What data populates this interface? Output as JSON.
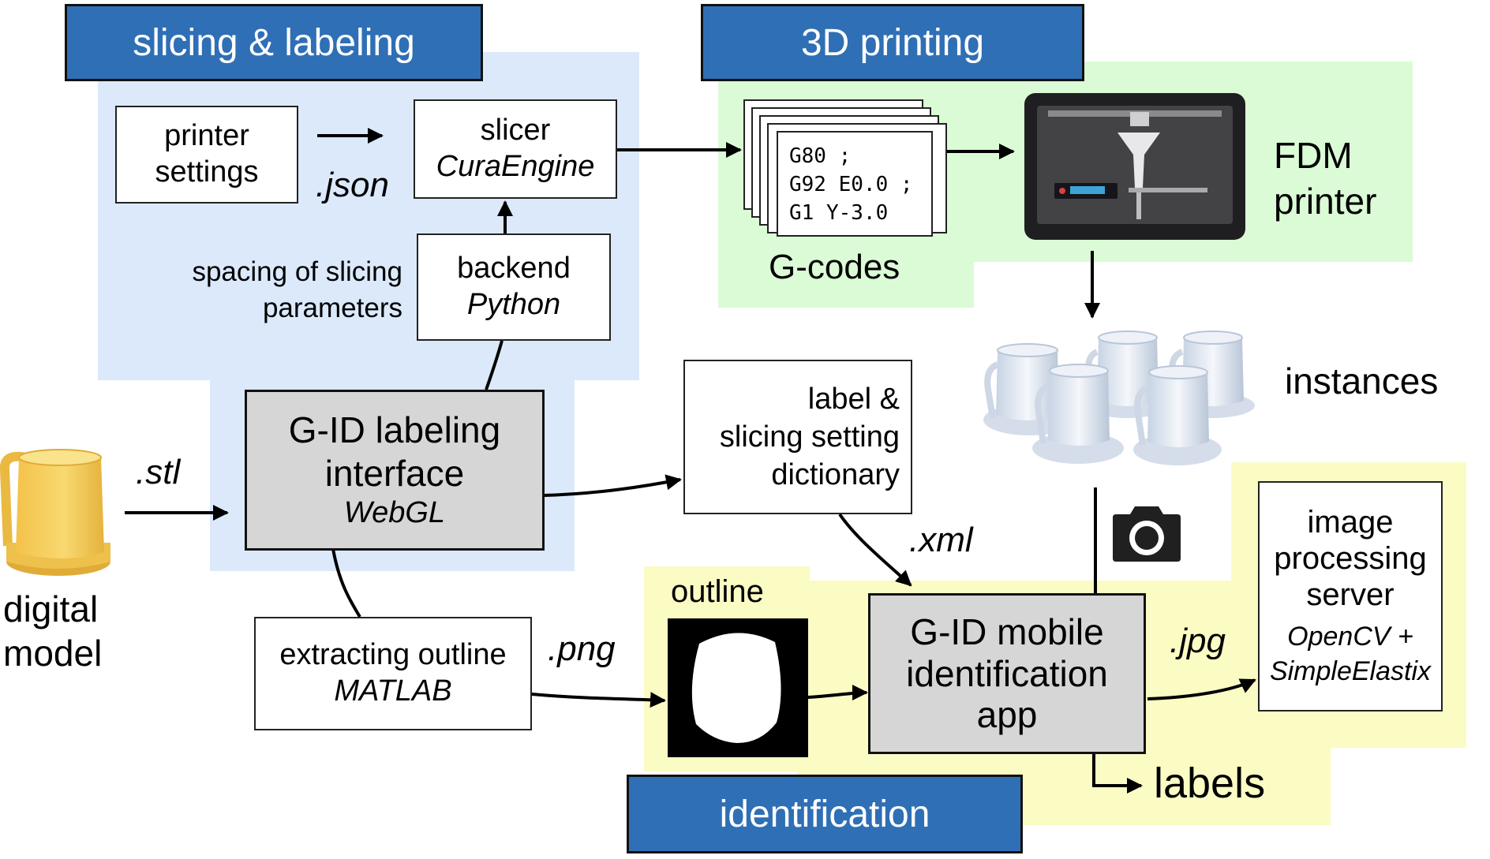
{
  "sections": {
    "slicing": "slicing & labeling",
    "printing": "3D printing",
    "identification": "identification"
  },
  "nodes": {
    "printer_settings": [
      "printer",
      "settings"
    ],
    "slicer": {
      "title": "slicer",
      "sub": "CuraEngine"
    },
    "backend": {
      "title": "backend",
      "sub": "Python"
    },
    "gid_interface": {
      "title": [
        "G-ID labeling",
        "interface"
      ],
      "sub": "WebGL"
    },
    "dictionary": [
      "label &",
      "slicing setting",
      "dictionary"
    ],
    "extracting": {
      "title": "extracting outline",
      "sub": "MATLAB"
    },
    "mobile_app": [
      "G-ID mobile",
      "identification",
      "app"
    ],
    "server": {
      "title": [
        "image",
        "processing",
        "server"
      ],
      "sub": [
        "OpenCV +",
        "SimpleElastix"
      ]
    }
  },
  "labels": {
    "json": ".json",
    "stl": ".stl",
    "xml": ".xml",
    "png": ".png",
    "jpg": ".jpg",
    "spacing": [
      "spacing of slicing",
      "parameters"
    ],
    "gcodes": "G-codes",
    "fdm": [
      "FDM",
      "printer"
    ],
    "instances": "instances",
    "outline": "outline",
    "digital_model": [
      "digital",
      "model"
    ],
    "labels": "labels"
  },
  "gcode_lines": [
    "G80 ;",
    "G92 E0.0 ;",
    "G1 Y-3.0"
  ],
  "colors": {
    "header": "#2f6fb5",
    "blue_region": "#dbe9fb",
    "green_region": "#dbfbd6",
    "yellow_region": "#fbfbc4",
    "node_gray": "#d6d6d6"
  },
  "icons": [
    "camera-icon",
    "mug-3d-model",
    "fdm-printer-image",
    "printed-mugs-image",
    "outline-mask-image"
  ]
}
